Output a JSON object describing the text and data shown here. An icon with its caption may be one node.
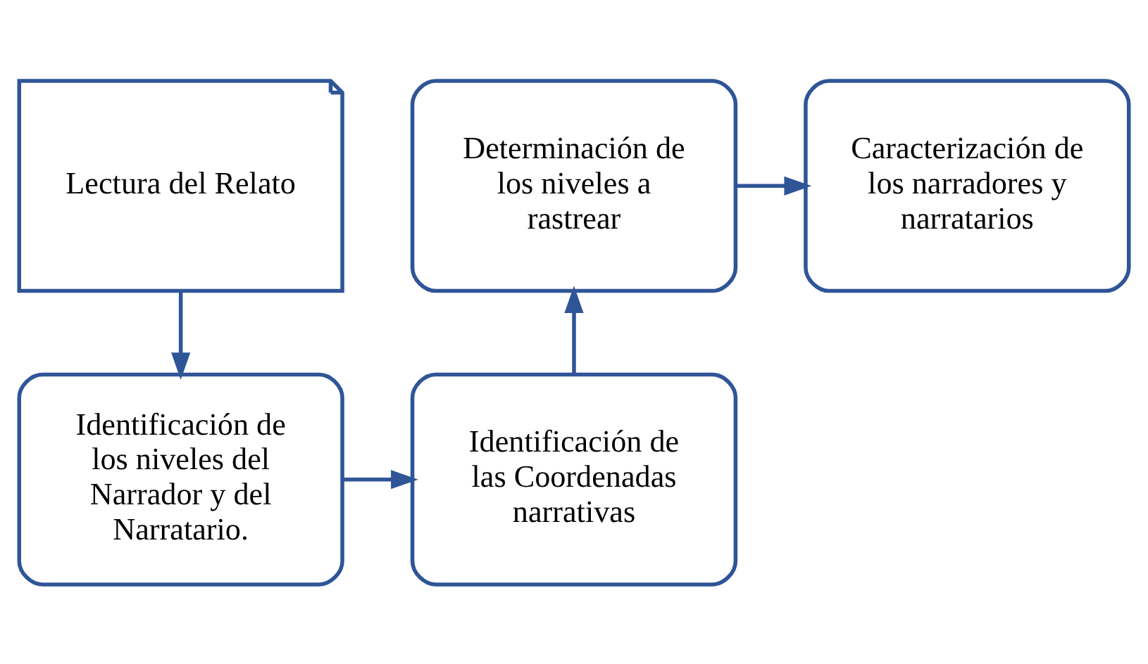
{
  "diagram": {
    "nodes": [
      {
        "text": [
          "Lectura del Relato"
        ]
      },
      {
        "text": [
          "Identificación de los niveles del Narrador y del Narratario."
        ]
      },
      {
        "text": [
          "Identificación de las Coordenadas narrativas"
        ]
      },
      {
        "text": [
          "Determinación de los niveles a rastrear"
        ]
      },
      {
        "text": [
          "Caracterización de los narradores y narratarios"
        ]
      }
    ],
    "edges": [
      {
        "from": 0,
        "to": 1,
        "arrow": "to"
      },
      {
        "from": 1,
        "to": 2,
        "arrow": "to"
      },
      {
        "from": 2,
        "to": 3,
        "arrow": "to"
      },
      {
        "from": 3,
        "to": 4,
        "arrow": "to"
      }
    ]
  }
}
